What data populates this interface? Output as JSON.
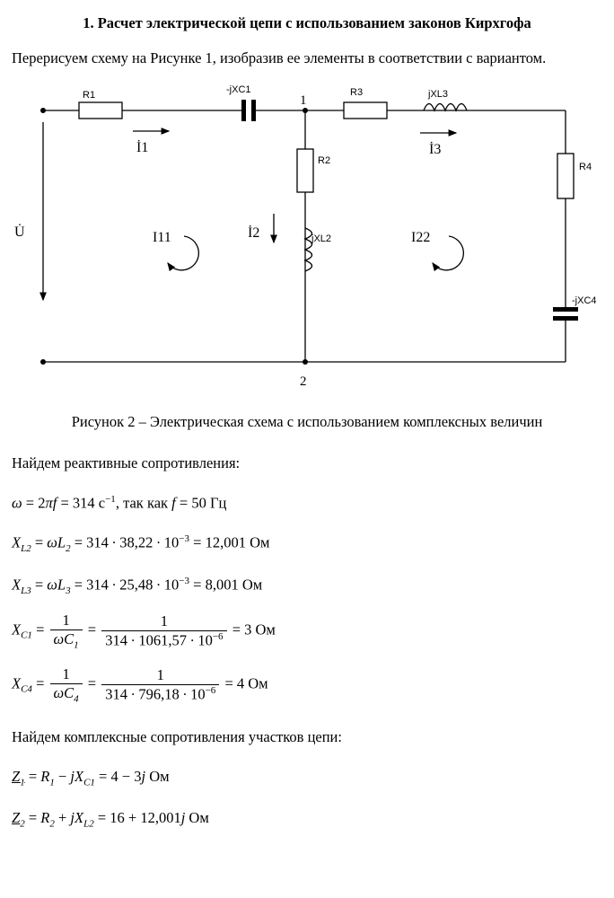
{
  "doc": {
    "title": "1. Расчет электрической цепи с использованием законов Кирхгофа",
    "intro": "Перерисуем схему на Рисунке 1, изобразив ее элементы в соответствии с вариантом.",
    "figure_caption": "Рисунок 2 – Электрическая схема с использованием комплексных величин",
    "reactive_heading": "Найдем реактивные сопротивления:",
    "complex_heading": "Найдем комплексные сопротивления участков цепи:"
  },
  "circuit": {
    "labels": {
      "r1": "R1",
      "xc1": "-jXC1",
      "node1": "1",
      "r3": "R3",
      "xl3": "jXL3",
      "r2": "R2",
      "xl2": "jXL2",
      "r4": "R4",
      "xc4": "-jXC4",
      "node2": "2",
      "i1": "İ1",
      "i2": "İ2",
      "i3": "İ3",
      "i11": "I11",
      "i22": "I22",
      "u": "U̇"
    }
  },
  "formulas": {
    "omega": {
      "a": "ω",
      "b": " = 2",
      "c": "πf",
      "d": " = 314 с",
      "e": "−1",
      "f": ", так как ",
      "g": "f",
      "h": " = 50 Гц"
    },
    "xl2": {
      "v": "X",
      "vs": "L2",
      "eq1": " = ",
      "w": "ωL",
      "ws": "2",
      "mid": " = 314 ∙ 38,22 ∙ 10",
      "pw": "−3",
      "res": " = 12,001 Ом"
    },
    "xl3": {
      "v": "X",
      "vs": "L3",
      "eq1": " = ",
      "w": "ωL",
      "ws": "3",
      "mid": " = 314 ∙ 25,48 ∙ 10",
      "pw": "−3",
      "res": " = 8,001 Ом"
    },
    "xc1": {
      "v": "X",
      "vs": "C1",
      "eq1": " = ",
      "num1": "1",
      "den1a": "ωC",
      "den1s": "1",
      "eq2": " = ",
      "num2": "1",
      "den2": "314 ∙ 1061,57 ∙ 10",
      "den2p": "−6",
      "res": " = 3 Ом"
    },
    "xc4": {
      "v": "X",
      "vs": "C4",
      "eq1": " = ",
      "num1": "1",
      "den1a": "ωC",
      "den1s": "4",
      "eq2": " = ",
      "num2": "1",
      "den2": "314 ∙ 796,18 ∙ 10",
      "den2p": "−6",
      "res": " = 4 Ом"
    },
    "z1": {
      "z": "Z",
      "zs": "1",
      "eq1": " = ",
      "r": "R",
      "rs": "1",
      "op": " − ",
      "jx": "jX",
      "jxs": "C1",
      "res": " = 4 − 3",
      "j": "j",
      "unit": " Ом"
    },
    "z2": {
      "z": "Z",
      "zs": "2",
      "eq1": " = ",
      "r": "R",
      "rs": "2",
      "op": " + ",
      "jx": "jX",
      "jxs": "L2",
      "res": " = 16 + 12,001",
      "j": "j",
      "unit": " Ом"
    }
  }
}
